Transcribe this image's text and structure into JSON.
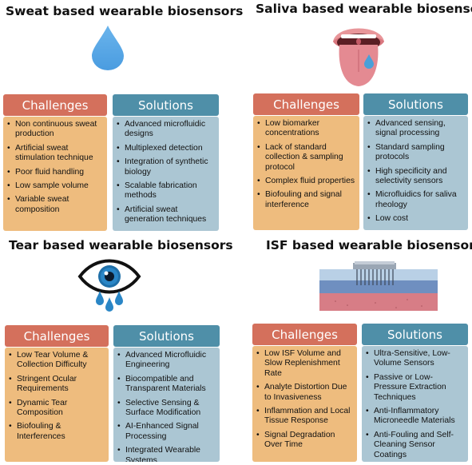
{
  "sweat": {
    "title": "Sweat based wearable biosensors",
    "challenges_label": "Challenges",
    "solutions_label": "Solutions",
    "challenges": [
      "Non continuous sweat production",
      "Artificial sweat stimulation technique",
      "Poor fluid handling",
      "Low sample volume",
      "Variable sweat composition"
    ],
    "solutions": [
      "Advanced microfluidic designs",
      "Multiplexed detection",
      "Integration of synthetic biology",
      "Scalable fabrication methods",
      "Artificial sweat generation techniques"
    ]
  },
  "saliva": {
    "title": "Saliva based wearable biosensors",
    "challenges_label": "Challenges",
    "solutions_label": "Solutions",
    "challenges": [
      "Low biomarker concentrations",
      "Lack of standard collection & sampling protocol",
      "Complex fluid properties",
      "Biofouling and signal interference"
    ],
    "solutions": [
      "Advanced sensing, signal processing",
      "Standard sampling protocols",
      "High specificity and selectivity sensors",
      "Microfluidics for saliva rheology",
      "Low cost"
    ]
  },
  "tear": {
    "title": "Tear based wearable biosensors",
    "challenges_label": "Challenges",
    "solutions_label": "Solutions",
    "challenges": [
      "Low Tear Volume & Collection Difficulty",
      "Stringent Ocular Requirements",
      "Dynamic Tear Composition",
      "Biofouling & Interferences"
    ],
    "solutions": [
      "Advanced Microfluidic Engineering",
      "Biocompatible and Transparent Materials",
      "Selective Sensing & Surface Modification",
      "AI-Enhanced Signal Processing",
      "Integrated Wearable Systems"
    ]
  },
  "isf": {
    "title": "ISF based wearable biosensors",
    "challenges_label": "Challenges",
    "solutions_label": "Solutions",
    "challenges": [
      "Low ISF Volume and Slow Replenishment Rate",
      "Analyte Distortion Due to Invasiveness",
      "Inflammation and Local Tissue Response",
      "Signal Degradation Over Time"
    ],
    "solutions": [
      "Ultra-Sensitive, Low-Volume Sensors",
      "Passive or Low-Pressure Extraction Techniques",
      "Anti-Inflammatory Microneedle Materials",
      "Anti-Fouling and Self-Cleaning Sensor Coatings"
    ]
  },
  "colors": {
    "challenges_header": "#d4705c",
    "challenges_box": "#eebc7e",
    "solutions_header": "#4f8fa8",
    "solutions_box": "#abc6d3"
  },
  "icons": {
    "sweat": "water-drop-icon",
    "saliva": "mouth-tongue-icon",
    "tear": "crying-eye-icon",
    "isf": "microneedle-skin-icon"
  }
}
